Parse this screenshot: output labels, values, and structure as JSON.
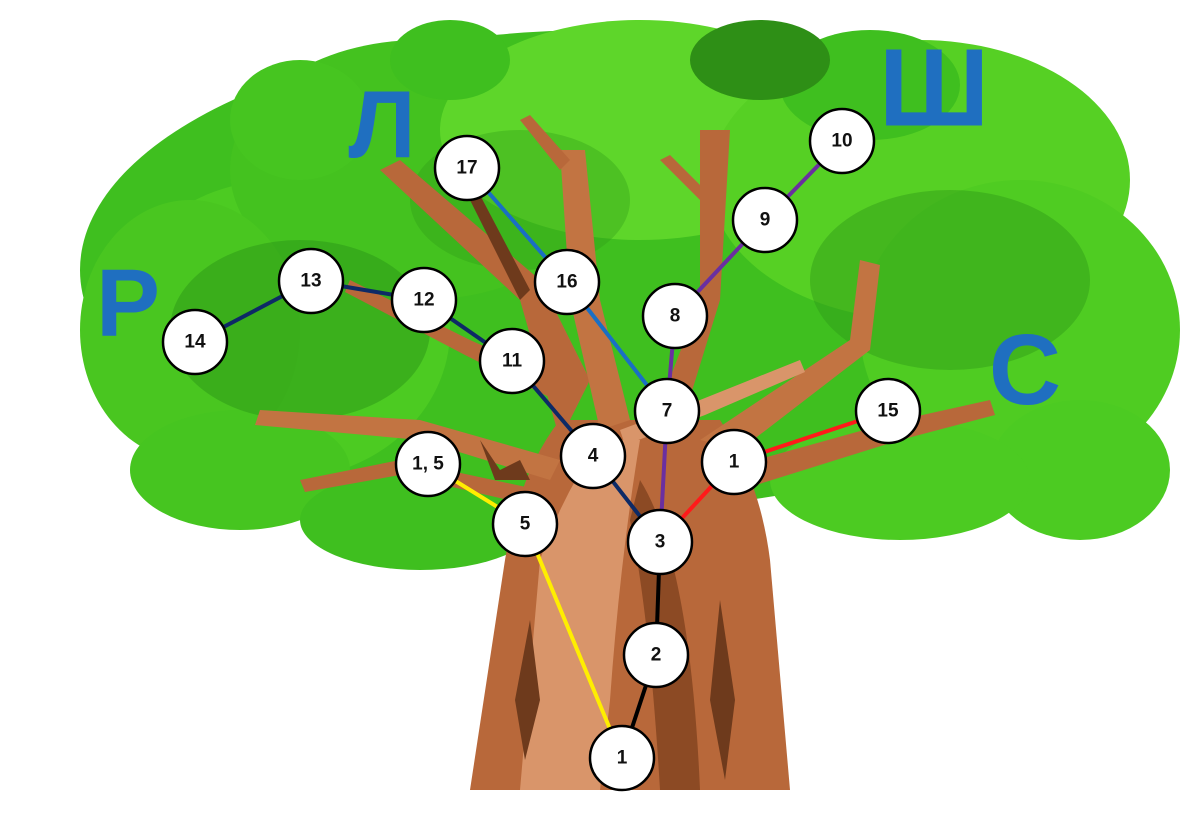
{
  "colors": {
    "leaf_light": "#5ed62a",
    "leaf_mid": "#3fbf1f",
    "leaf_dark": "#2e8f16",
    "trunk_light": "#d9956a",
    "trunk_mid": "#b8683a",
    "trunk_dark": "#6e3a1c",
    "letter": "#1f6fc0",
    "node_fill": "#ffffff",
    "node_stroke": "#000000"
  },
  "letters": [
    {
      "id": "letter-r",
      "text": "Р"
    },
    {
      "id": "letter-l",
      "text": "Л"
    },
    {
      "id": "letter-sh",
      "text": "Ш"
    },
    {
      "id": "letter-s",
      "text": "С"
    }
  ],
  "nodes": [
    {
      "id": "n1a",
      "label": "1"
    },
    {
      "id": "n2",
      "label": "2"
    },
    {
      "id": "n3",
      "label": "3"
    },
    {
      "id": "n4",
      "label": "4"
    },
    {
      "id": "n5",
      "label": "5"
    },
    {
      "id": "n15a",
      "label": "1, 5"
    },
    {
      "id": "n1b",
      "label": "1"
    },
    {
      "id": "n15",
      "label": "15"
    },
    {
      "id": "n7",
      "label": "7"
    },
    {
      "id": "n8",
      "label": "8"
    },
    {
      "id": "n9",
      "label": "9"
    },
    {
      "id": "n10",
      "label": "10"
    },
    {
      "id": "n16",
      "label": "16"
    },
    {
      "id": "n17",
      "label": "17"
    },
    {
      "id": "n11",
      "label": "11"
    },
    {
      "id": "n12",
      "label": "12"
    },
    {
      "id": "n13",
      "label": "13"
    },
    {
      "id": "n14",
      "label": "14"
    }
  ],
  "edges": [
    {
      "from": "n1a",
      "to": "n2",
      "color": "#000000"
    },
    {
      "from": "n2",
      "to": "n3",
      "color": "#000000"
    },
    {
      "from": "n1a",
      "to": "n5",
      "color": "#ffee00"
    },
    {
      "from": "n5",
      "to": "n15a",
      "color": "#ffee00"
    },
    {
      "from": "n3",
      "to": "n4",
      "color": "#0d2a66"
    },
    {
      "from": "n4",
      "to": "n11",
      "color": "#0d2a66"
    },
    {
      "from": "n11",
      "to": "n12",
      "color": "#0d2a66"
    },
    {
      "from": "n12",
      "to": "n13",
      "color": "#0d2a66"
    },
    {
      "from": "n13",
      "to": "n14",
      "color": "#0d2a66"
    },
    {
      "from": "n3",
      "to": "n1b",
      "color": "#ff1a1a"
    },
    {
      "from": "n1b",
      "to": "n15",
      "color": "#ff1a1a"
    },
    {
      "from": "n3",
      "to": "n7",
      "color": "#6a2fa0"
    },
    {
      "from": "n7",
      "to": "n8",
      "color": "#6a2fa0"
    },
    {
      "from": "n8",
      "to": "n9",
      "color": "#6a2fa0"
    },
    {
      "from": "n9",
      "to": "n10",
      "color": "#6a2fa0"
    },
    {
      "from": "n7",
      "to": "n16",
      "color": "#1a6fc4"
    },
    {
      "from": "n16",
      "to": "n17",
      "color": "#1a6fc4"
    }
  ]
}
